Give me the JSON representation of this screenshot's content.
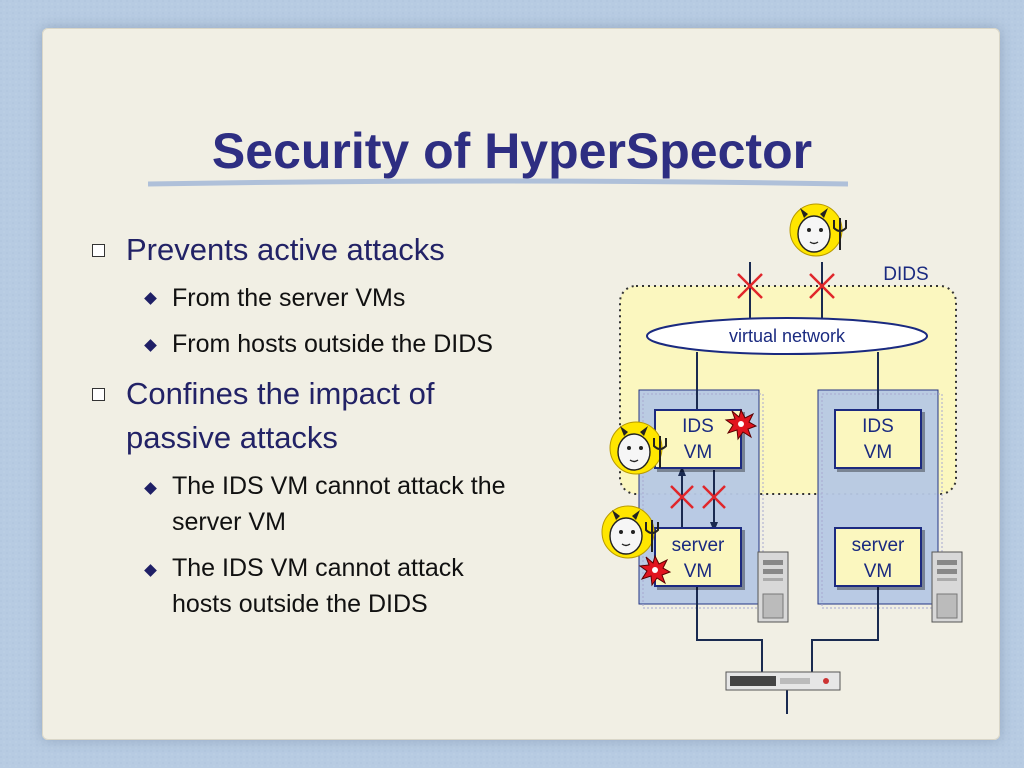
{
  "slide": {
    "title": "Security of HyperSpector"
  },
  "bullets": [
    {
      "text": "Prevents active attacks",
      "sub": [
        "From the server VMs",
        "From hosts outside the DIDS"
      ]
    },
    {
      "text_lines": [
        "Confines the impact of",
        "passive attacks"
      ],
      "sub_lines": [
        [
          "The IDS VM cannot attack the",
          "server VM"
        ],
        [
          "The IDS VM cannot attack",
          "hosts outside the DIDS"
        ]
      ]
    }
  ],
  "diagram": {
    "dids_label": "DIDS",
    "virtual_network_label": "virtual network",
    "left_ids_vm": [
      "IDS",
      "VM"
    ],
    "right_ids_vm": [
      "IDS",
      "VM"
    ],
    "left_server_vm": [
      "server",
      "VM"
    ],
    "right_server_vm": [
      "server",
      "VM"
    ]
  },
  "colors": {
    "title": "#2e2e82",
    "dids_region": "#fbf7bf",
    "vm_panel": "#b7c9e4",
    "vm_box": "#fbf7bf",
    "block_x": "#e0262a",
    "attack_burst": "#e1141e"
  },
  "icons": [
    "attacker-devil-icon",
    "server-tower-icon",
    "network-switch-icon",
    "explosion-icon",
    "blocked-x-icon"
  ]
}
